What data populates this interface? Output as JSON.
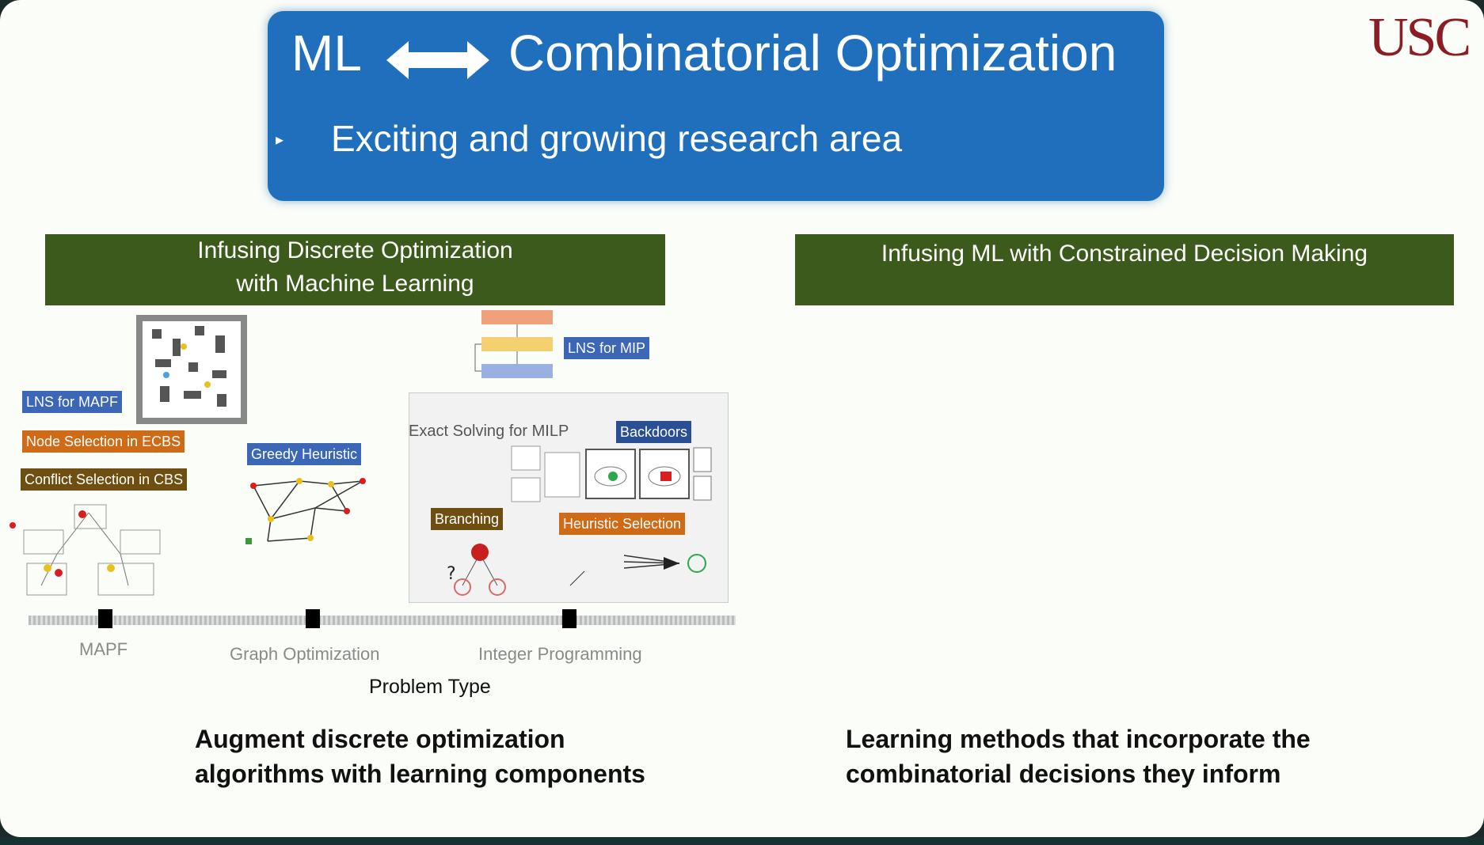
{
  "logo": "USC",
  "title": {
    "left": "ML",
    "right": "Combinatorial Optimization",
    "bullet": "Exciting and growing research area",
    "arrow_icon": "double-arrow-icon"
  },
  "colors": {
    "title_bg": "#1f6fbd",
    "section_bg": "#3b5a1b",
    "usc_red": "#8c1d25"
  },
  "sections": {
    "left_title_line1": "Infusing Discrete Optimization",
    "left_title_line2": "with Machine Learning",
    "right_title": "Infusing ML with Constrained Decision Making"
  },
  "tags": {
    "lns_mapf": "LNS for MAPF",
    "node_selection": "Node Selection in ECBS",
    "conflict_selection": "Conflict Selection in CBS",
    "greedy": "Greedy Heuristic",
    "lns_mip": "LNS for MIP",
    "exact": "Exact Solving for MILP",
    "backdoors": "Backdoors",
    "branching": "Branching",
    "heuristic_selection": "Heuristic Selection"
  },
  "axis": {
    "labels": [
      "MAPF",
      "Graph Optimization",
      "Integer Programming"
    ],
    "title": "Problem Type"
  },
  "descriptions": {
    "left_line1": "Augment discrete optimization",
    "left_line2": "algorithms with learning components",
    "right_line1": "Learning methods that incorporate the",
    "right_line2": "combinatorial decisions they inform"
  }
}
